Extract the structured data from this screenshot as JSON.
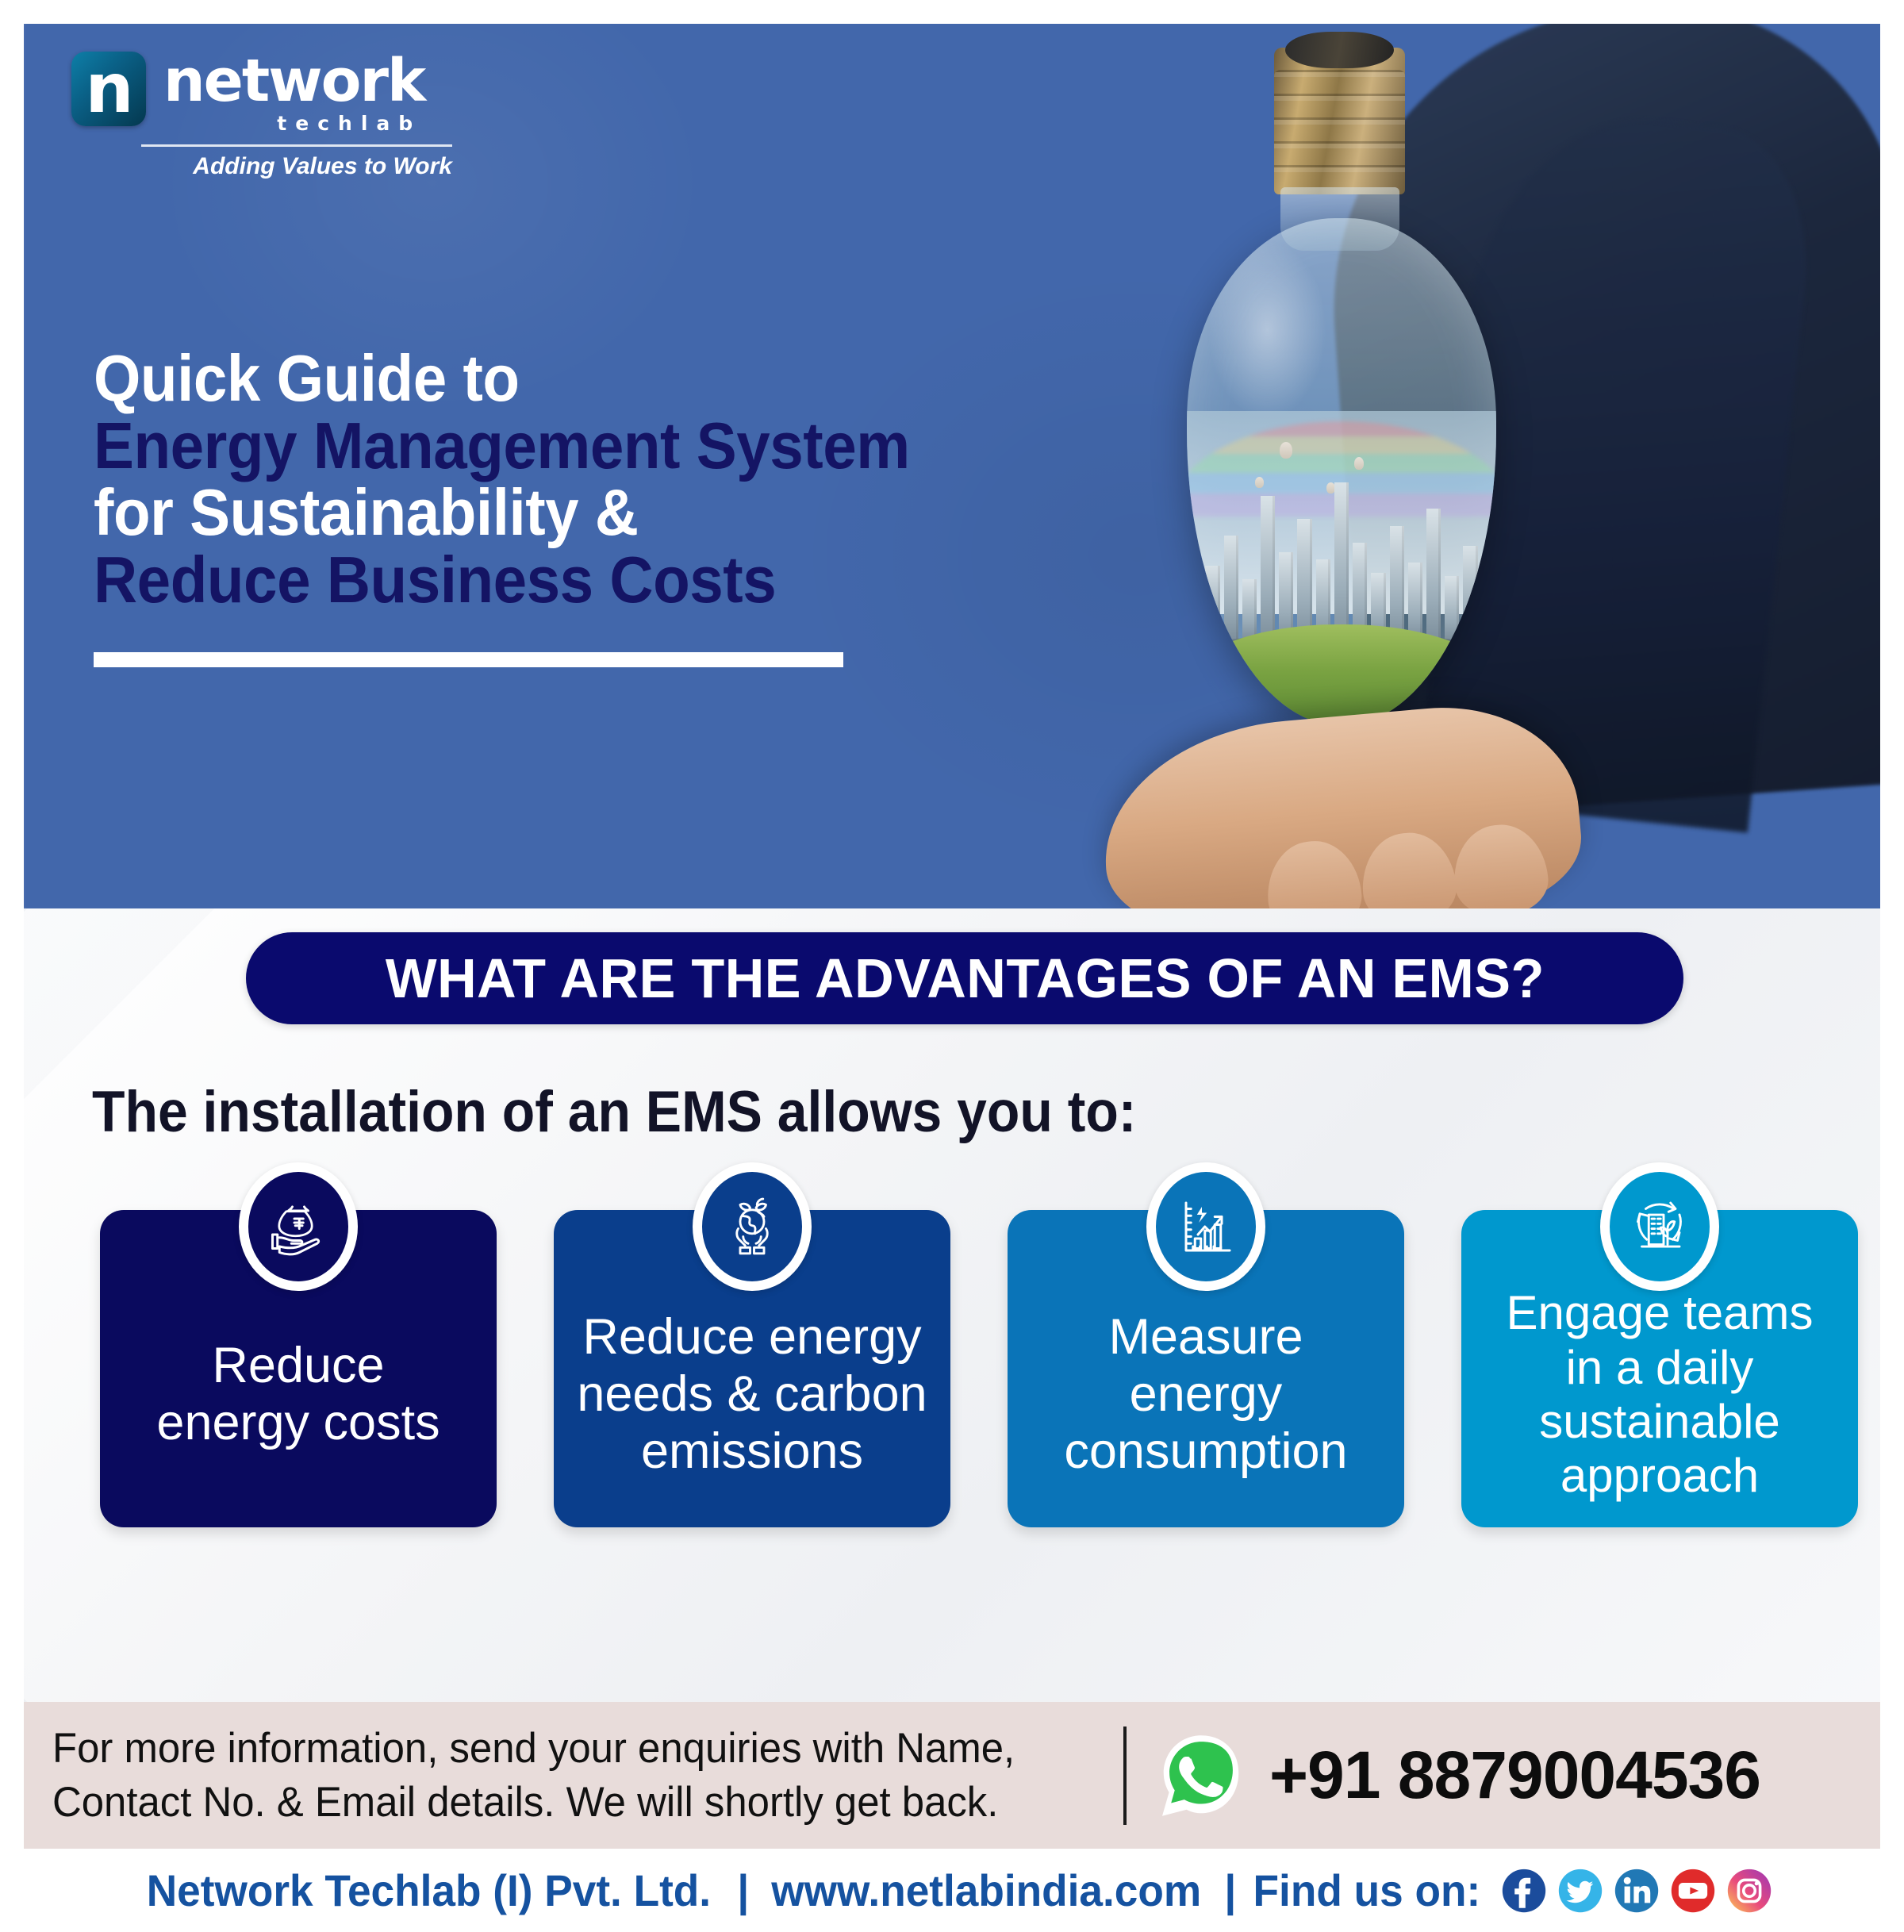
{
  "brand": {
    "mark_letter": "n",
    "name": "network",
    "sub": "techlab",
    "tagline": "Adding Values to Work"
  },
  "hero": {
    "bg_color": "#4267AB",
    "navy_text_color": "#141464",
    "headline_lines": [
      {
        "text": "Quick Guide to",
        "color": "white"
      },
      {
        "text": "Energy Management System",
        "color": "navy"
      },
      {
        "text": "for Sustainability &",
        "color": "white"
      },
      {
        "text": "Reduce Business Costs",
        "color": "navy"
      }
    ],
    "image_alt": "hand-holding-lightbulb-with-city-inside"
  },
  "ribbon": {
    "label": "WHAT ARE THE ADVANTAGES OF AN EMS?",
    "bg_color": "#0A0A6E"
  },
  "subheading": "The installation of an EMS allows you to:",
  "cards": [
    {
      "label": "Reduce\nenergy costs",
      "line1": "Reduce",
      "line2": "energy costs",
      "line3": "",
      "color": "#0A0A5E",
      "icon": "money-bag-in-hand-icon"
    },
    {
      "line1": "Reduce energy",
      "line2": "needs & carbon",
      "line3": "emissions",
      "color": "#0A3E8C",
      "icon": "hands-holding-earth-icon"
    },
    {
      "line1": "Measure",
      "line2": "energy",
      "line3": "consumption",
      "color": "#0A74B8",
      "icon": "bar-chart-growth-icon"
    },
    {
      "line1": "Engage teams",
      "line2": "in a daily",
      "line3": "sustainable",
      "line4": "approach",
      "color": "#0098CE",
      "icon": "sustainable-building-recycle-icon"
    }
  ],
  "contact": {
    "line1": "For more information, send your enquiries with Name,",
    "line2": "Contact No. & Email details. We will shortly get back.",
    "phone": "+91 8879004536",
    "bg_color": "#E8DCDA",
    "whatsapp_icon": "whatsapp-icon"
  },
  "footer": {
    "company": "Network Techlab (I) Pvt. Ltd.",
    "sep1": "|",
    "website": "www.netlabindia.com",
    "sep2": "|",
    "find_us": "Find us on:",
    "text_color": "#1552A0",
    "socials": [
      {
        "name": "facebook-icon",
        "color": "#1B4C9C"
      },
      {
        "name": "twitter-icon",
        "color": "#35B4E8"
      },
      {
        "name": "linkedin-icon",
        "color": "#2178B5"
      },
      {
        "name": "youtube-icon",
        "color": "#E02B2B"
      },
      {
        "name": "instagram-icon",
        "color": "#E4397C"
      }
    ]
  }
}
